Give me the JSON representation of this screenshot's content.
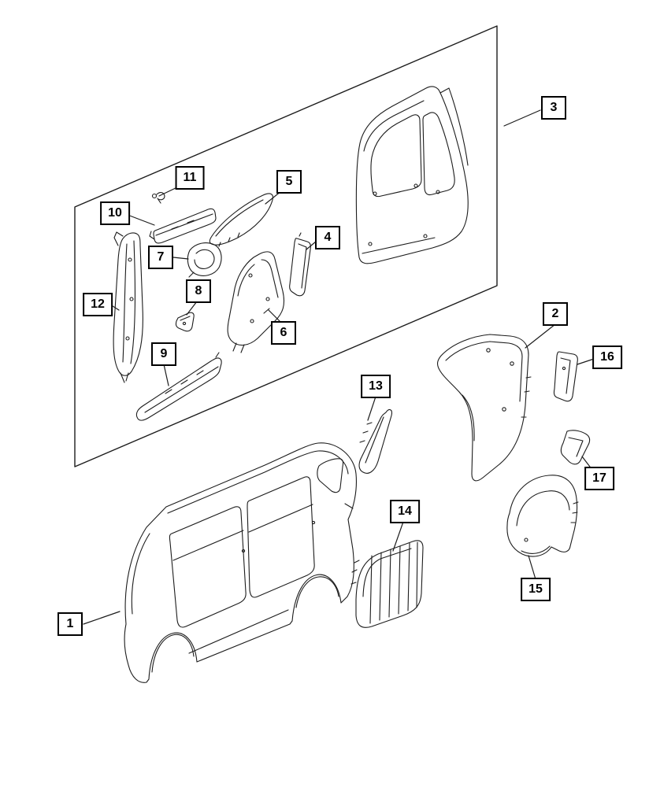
{
  "diagram": {
    "kind": "exploded-parts-line-diagram"
  },
  "callouts": [
    {
      "label": "1"
    },
    {
      "label": "2"
    },
    {
      "label": "3"
    },
    {
      "label": "4"
    },
    {
      "label": "5"
    },
    {
      "label": "6"
    },
    {
      "label": "7"
    },
    {
      "label": "8"
    },
    {
      "label": "9"
    },
    {
      "label": "10"
    },
    {
      "label": "11"
    },
    {
      "label": "12"
    },
    {
      "label": "13"
    },
    {
      "label": "14"
    },
    {
      "label": "15"
    },
    {
      "label": "16"
    },
    {
      "label": "17"
    }
  ],
  "colors": {
    "background": "#ffffff",
    "line_art": "#1c1c1c",
    "callout_border": "#000000",
    "callout_text": "#000000"
  }
}
